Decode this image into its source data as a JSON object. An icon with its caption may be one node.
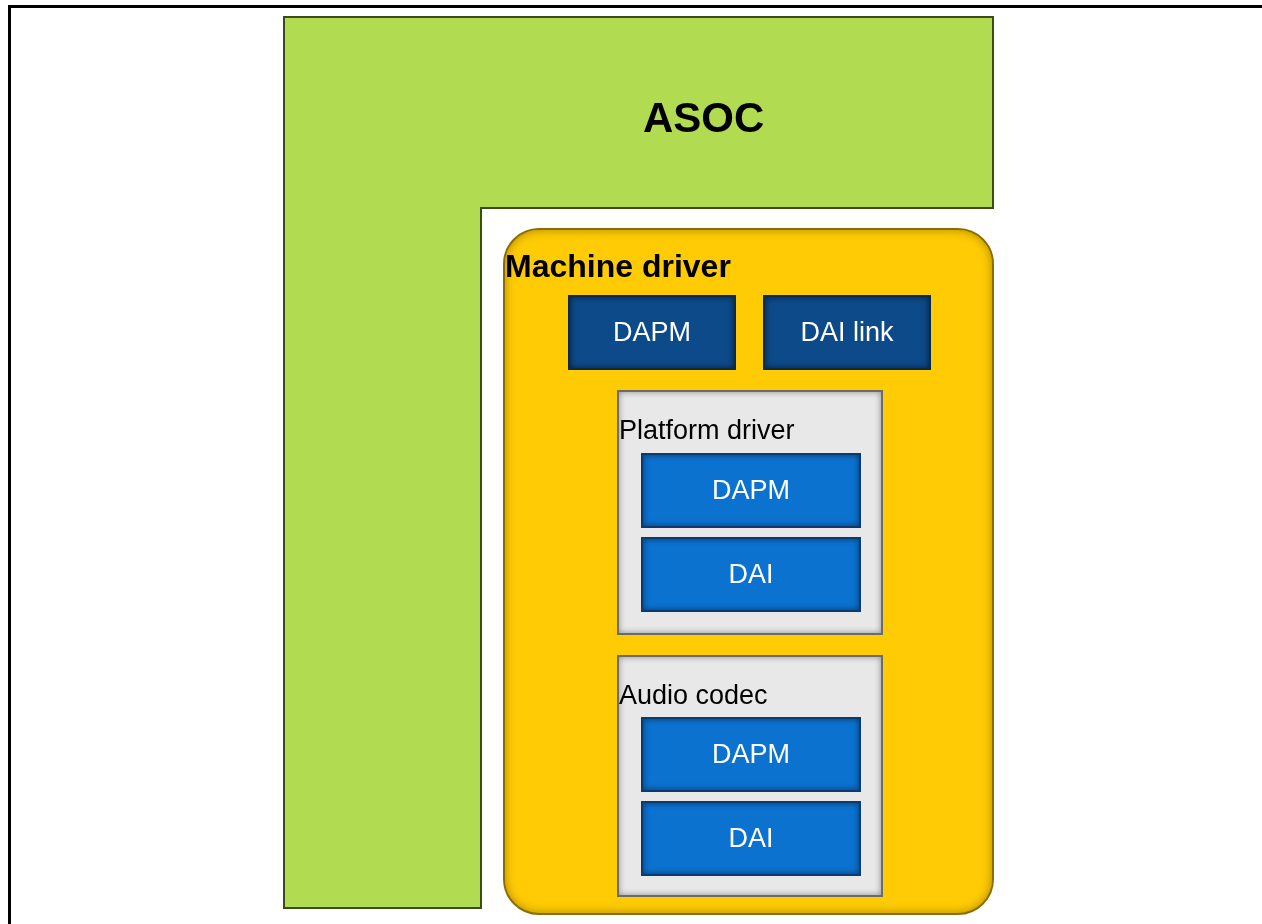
{
  "diagram": {
    "nodes": [
      {
        "text": [
          "ASOC"
        ]
      },
      {
        "text": [
          "Machine driver"
        ]
      },
      {
        "text": [
          "DAPM"
        ],
        "in": 1
      },
      {
        "text": [
          "DAI link"
        ],
        "in": 1
      },
      {
        "text": [
          "Platform driver"
        ],
        "in": 1
      },
      {
        "text": [
          "DAPM"
        ],
        "in": 4
      },
      {
        "text": [
          "DAI"
        ],
        "in": 4
      },
      {
        "text": [
          "Audio codec"
        ],
        "in": 1
      },
      {
        "text": [
          "DAPM"
        ],
        "in": 7
      },
      {
        "text": [
          "DAI"
        ],
        "in": 7
      }
    ]
  }
}
